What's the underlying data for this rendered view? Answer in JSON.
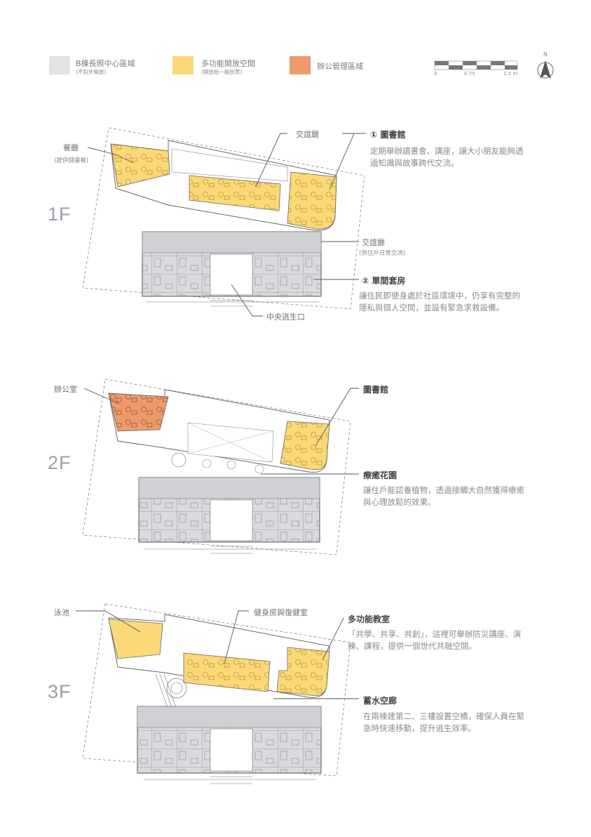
{
  "legend": [
    {
      "title": "B棟長照中心區域",
      "sub": "(不對外開放)",
      "color": "#e2e3e5"
    },
    {
      "title": "多功能開放空間",
      "sub": "(開放給一般民眾)",
      "color": "#fbd977"
    },
    {
      "title": "辦公管理區域",
      "sub": "",
      "color": "#ee9a6c"
    }
  ],
  "scale": {
    "ticks": [
      "0",
      "0.75",
      "1.5 m"
    ],
    "north": "N"
  },
  "colors": {
    "care": "#d9dadd",
    "open": "#fbd977",
    "office": "#ee9a6c",
    "line": "#777777"
  },
  "floors": {
    "f1": {
      "label": "1F",
      "ann": {
        "dining": "餐廳",
        "dining_sub": "(提供健康餐)",
        "lounge_top": "交誼廳",
        "lounge_right": "交誼廳",
        "lounge_right_sub": "(供住戶日常交流)",
        "exit": "中央逃生口"
      },
      "library": {
        "title": "① 圖書館",
        "desc": "定期舉辦讀書會、講座，讓大小朋友能夠透過知識與故事跨代交流。"
      },
      "suite": {
        "title": "② 單間套房",
        "desc": "讓住民即使身處於社區環境中，仍享有完整的隱私與個人空間，並設有緊急求救設備。"
      }
    },
    "f2": {
      "label": "2F",
      "ann": {
        "office": "辦公室",
        "library": "圖書館"
      },
      "garden": {
        "title": "療癒花園",
        "desc": "讓住戶能認養植物，透過接觸大自然獲得療癒與心理放鬆的效果。"
      }
    },
    "f3": {
      "label": "3F",
      "ann": {
        "pool": "泳池",
        "gym": "健身房與復健室"
      },
      "classroom": {
        "title": "多功能教室",
        "desc": "「共學、共享、共創」，這裡可舉辦防災講座、演練、課程，提供一個世代共融空間。"
      },
      "bridge": {
        "title": "蓄水空廊",
        "desc": "在兩棟建第二、三樓設置空橋，確保人員在緊急時快速移動，提升逃生效率。"
      }
    }
  }
}
